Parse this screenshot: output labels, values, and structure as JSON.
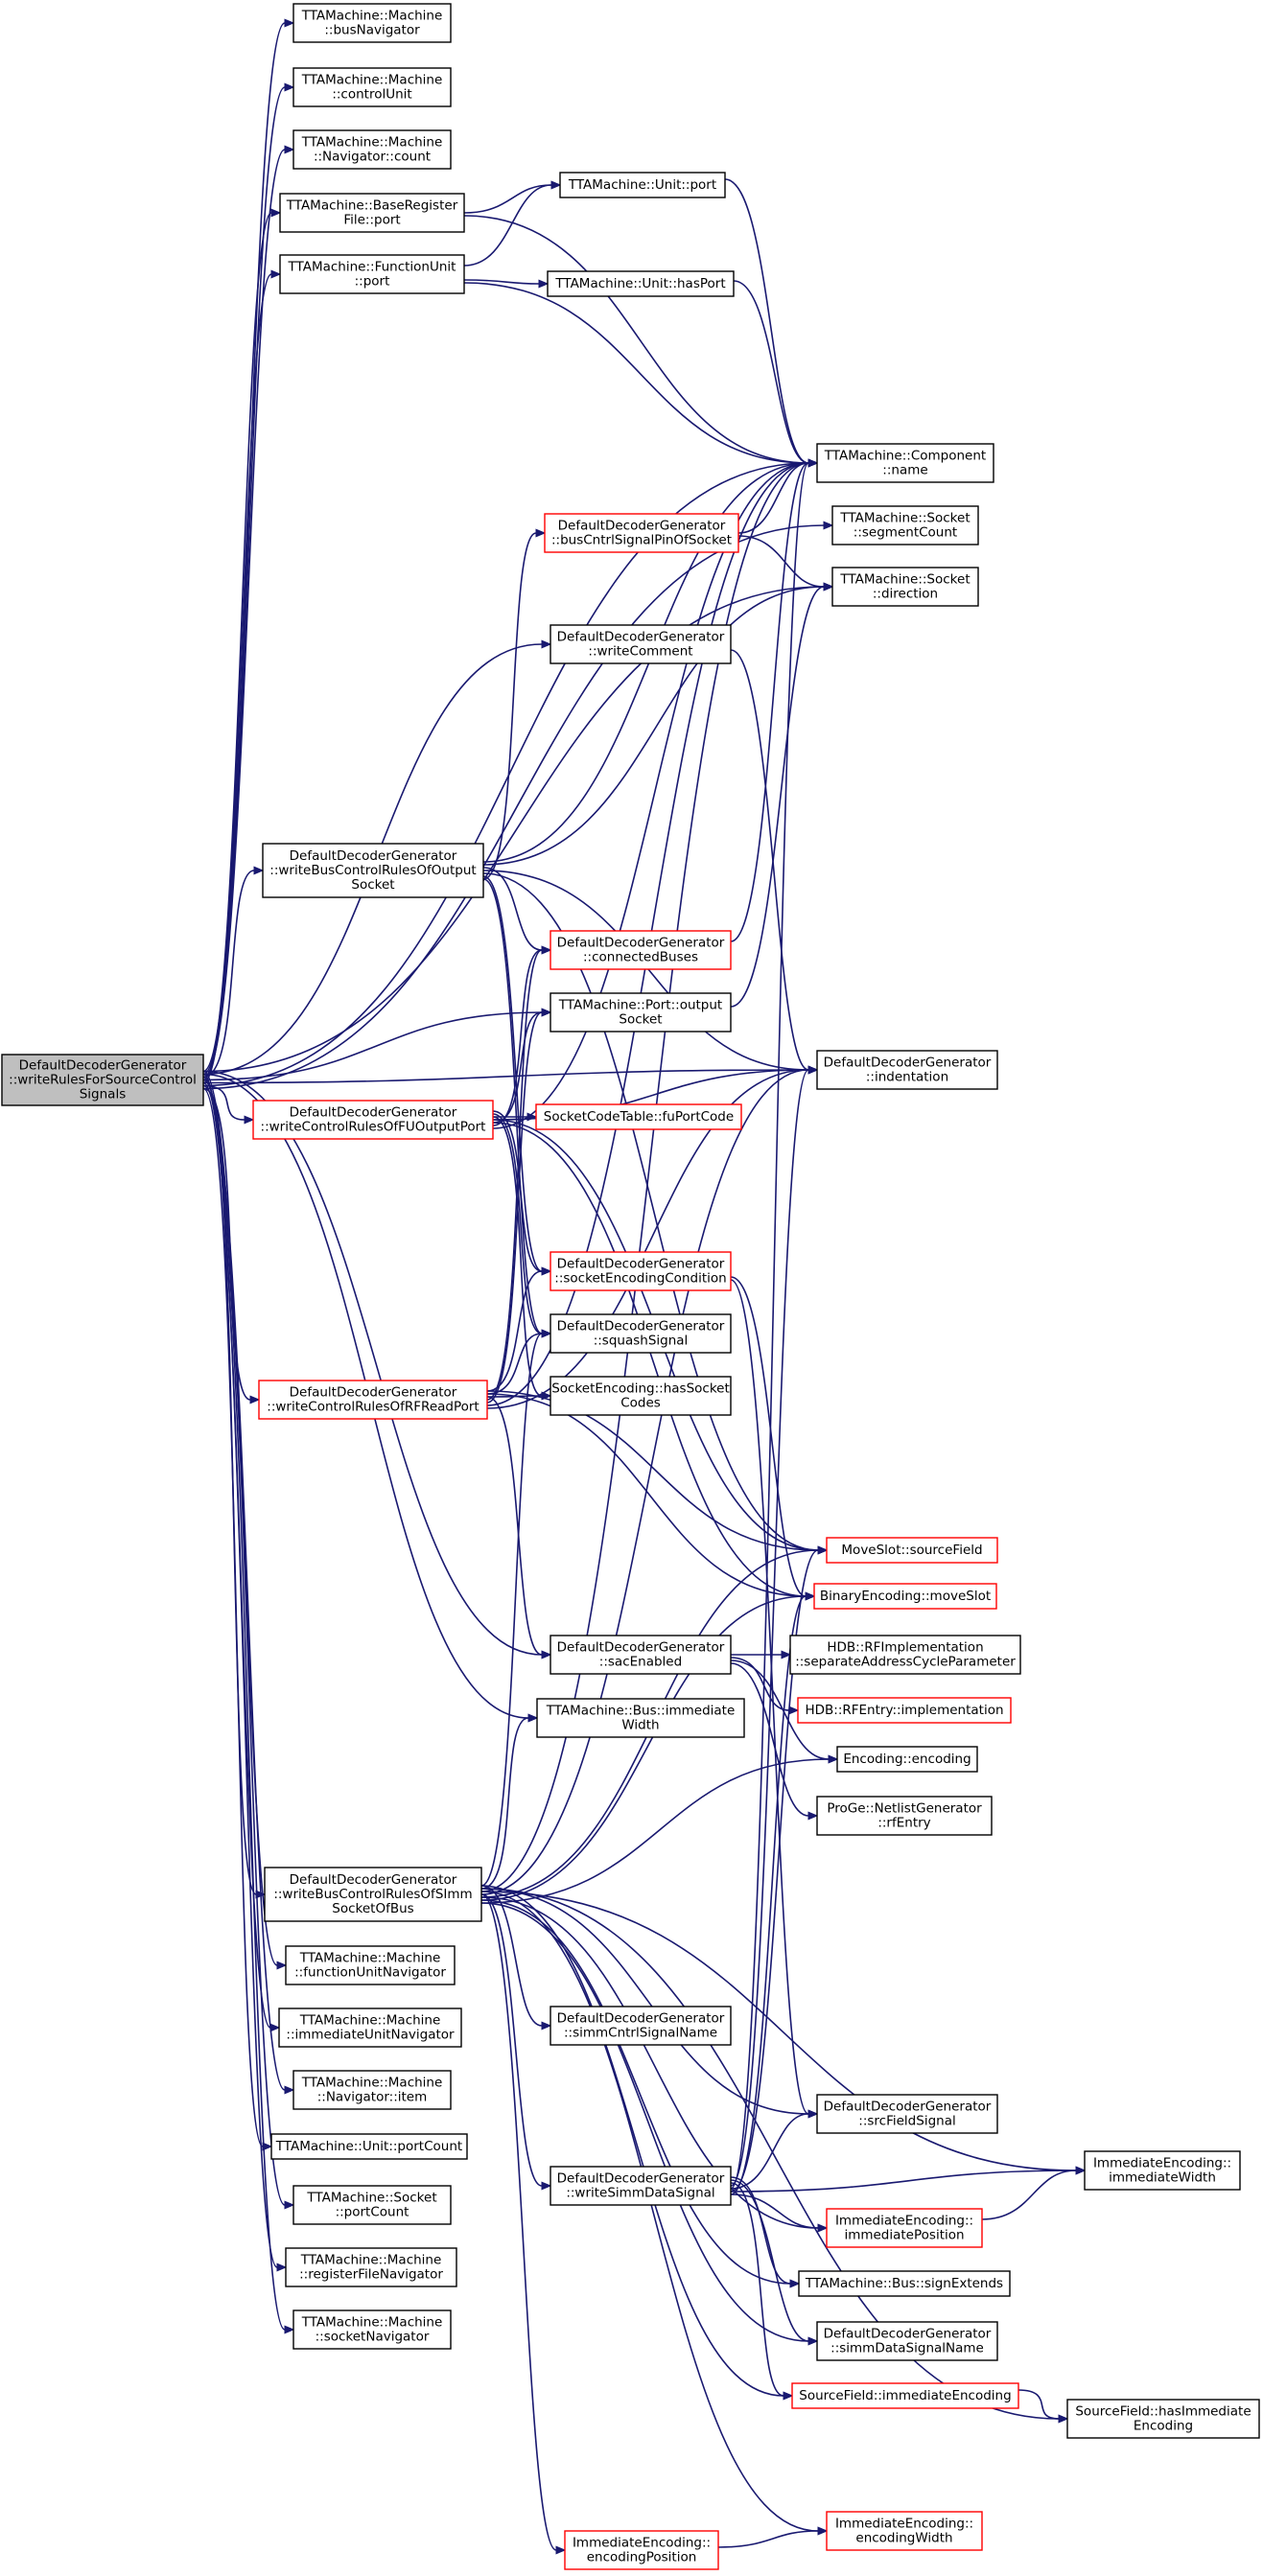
{
  "diagram": {
    "type": "call-graph",
    "colors": {
      "edge": "#191970",
      "border": "#000000",
      "truncated_border": "#ff0000",
      "root_fill": "#bfbfbf"
    },
    "nodes": [
      {
        "id": "root",
        "lines": [
          "DefaultDecoderGenerator",
          "::writeRulesForSourceControl",
          "Signals"
        ],
        "style": "root"
      },
      {
        "id": "busNav",
        "lines": [
          "TTAMachine::Machine",
          "::busNavigator"
        ]
      },
      {
        "id": "ctrlUnit",
        "lines": [
          "TTAMachine::Machine",
          "::controlUnit"
        ]
      },
      {
        "id": "navCount",
        "lines": [
          "TTAMachine::Machine",
          "::Navigator::count"
        ]
      },
      {
        "id": "brfPort",
        "lines": [
          "TTAMachine::BaseRegister",
          "File::port"
        ]
      },
      {
        "id": "fuPort",
        "lines": [
          "TTAMachine::FunctionUnit",
          "::port"
        ]
      },
      {
        "id": "unitPort",
        "lines": [
          "TTAMachine::Unit::port"
        ]
      },
      {
        "id": "unitHasPort",
        "lines": [
          "TTAMachine::Unit::hasPort"
        ]
      },
      {
        "id": "compName",
        "lines": [
          "TTAMachine::Component",
          "::name"
        ]
      },
      {
        "id": "busCntrl",
        "lines": [
          "DefaultDecoderGenerator",
          "::busCntrlSignalPinOfSocket"
        ],
        "style": "red"
      },
      {
        "id": "sockSeg",
        "lines": [
          "TTAMachine::Socket",
          "::segmentCount"
        ]
      },
      {
        "id": "sockDir",
        "lines": [
          "TTAMachine::Socket",
          "::direction"
        ]
      },
      {
        "id": "writeComment",
        "lines": [
          "DefaultDecoderGenerator",
          "::writeComment"
        ]
      },
      {
        "id": "wbcOut",
        "lines": [
          "DefaultDecoderGenerator",
          "::writeBusControlRulesOfOutput",
          "Socket"
        ]
      },
      {
        "id": "connBuses",
        "lines": [
          "DefaultDecoderGenerator",
          "::connectedBuses"
        ],
        "style": "red"
      },
      {
        "id": "portOut",
        "lines": [
          "TTAMachine::Port::output",
          "Socket"
        ]
      },
      {
        "id": "indent",
        "lines": [
          "DefaultDecoderGenerator",
          "::indentation"
        ]
      },
      {
        "id": "wcFU",
        "lines": [
          "DefaultDecoderGenerator",
          "::writeControlRulesOfFUOutputPort"
        ],
        "style": "red"
      },
      {
        "id": "fuPortCode",
        "lines": [
          "SocketCodeTable::fuPortCode"
        ],
        "style": "red"
      },
      {
        "id": "sockEncCond",
        "lines": [
          "DefaultDecoderGenerator",
          "::socketEncodingCondition"
        ],
        "style": "red"
      },
      {
        "id": "squash",
        "lines": [
          "DefaultDecoderGenerator",
          "::squashSignal"
        ]
      },
      {
        "id": "wcRF",
        "lines": [
          "DefaultDecoderGenerator",
          "::writeControlRulesOfRFReadPort"
        ],
        "style": "red"
      },
      {
        "id": "hasSockCodes",
        "lines": [
          "SocketEncoding::hasSocket",
          "Codes"
        ]
      },
      {
        "id": "srcField",
        "lines": [
          "MoveSlot::sourceField"
        ],
        "style": "red"
      },
      {
        "id": "moveSlot",
        "lines": [
          "BinaryEncoding::moveSlot"
        ],
        "style": "red"
      },
      {
        "id": "sacEnabled",
        "lines": [
          "DefaultDecoderGenerator",
          "::sacEnabled"
        ]
      },
      {
        "id": "rfImplSep",
        "lines": [
          "HDB::RFImplementation",
          "::separateAddressCycleParameter"
        ]
      },
      {
        "id": "rfEntryImpl",
        "lines": [
          "HDB::RFEntry::implementation"
        ],
        "style": "red"
      },
      {
        "id": "busImmW",
        "lines": [
          "TTAMachine::Bus::immediate",
          "Width"
        ]
      },
      {
        "id": "encEnc",
        "lines": [
          "Encoding::encoding"
        ]
      },
      {
        "id": "progeRF",
        "lines": [
          "ProGe::NetlistGenerator",
          "::rfEntry"
        ]
      },
      {
        "id": "wbcImm",
        "lines": [
          "DefaultDecoderGenerator",
          "::writeBusControlRulesOfSImm",
          "SocketOfBus"
        ]
      },
      {
        "id": "fuNav",
        "lines": [
          "TTAMachine::Machine",
          "::functionUnitNavigator"
        ]
      },
      {
        "id": "immNav",
        "lines": [
          "TTAMachine::Machine",
          "::immediateUnitNavigator"
        ]
      },
      {
        "id": "navItem",
        "lines": [
          "TTAMachine::Machine",
          "::Navigator::item"
        ]
      },
      {
        "id": "unitPortCount",
        "lines": [
          "TTAMachine::Unit::portCount"
        ]
      },
      {
        "id": "sockPortCount",
        "lines": [
          "TTAMachine::Socket",
          "::portCount"
        ]
      },
      {
        "id": "rfNav",
        "lines": [
          "TTAMachine::Machine",
          "::registerFileNavigator"
        ]
      },
      {
        "id": "sockNav",
        "lines": [
          "TTAMachine::Machine",
          "::socketNavigator"
        ]
      },
      {
        "id": "simmCntrl",
        "lines": [
          "DefaultDecoderGenerator",
          "::simmCntrlSignalName"
        ]
      },
      {
        "id": "srcFieldSig",
        "lines": [
          "DefaultDecoderGenerator",
          "::srcFieldSignal"
        ]
      },
      {
        "id": "immW",
        "lines": [
          "ImmediateEncoding::",
          "immediateWidth"
        ]
      },
      {
        "id": "wsimmData",
        "lines": [
          "DefaultDecoderGenerator",
          "::writeSimmDataSignal"
        ]
      },
      {
        "id": "immPos",
        "lines": [
          "ImmediateEncoding::",
          "immediatePosition"
        ],
        "style": "red"
      },
      {
        "id": "busSignExt",
        "lines": [
          "TTAMachine::Bus::signExtends"
        ]
      },
      {
        "id": "simmDataName",
        "lines": [
          "DefaultDecoderGenerator",
          "::simmDataSignalName"
        ]
      },
      {
        "id": "sfImmEnc",
        "lines": [
          "SourceField::immediateEncoding"
        ],
        "style": "red"
      },
      {
        "id": "sfHasImm",
        "lines": [
          "SourceField::hasImmediate",
          "Encoding"
        ]
      },
      {
        "id": "encW",
        "lines": [
          "ImmediateEncoding::",
          "encodingWidth"
        ],
        "style": "red"
      },
      {
        "id": "encPos",
        "lines": [
          "ImmediateEncoding::",
          "encodingPosition"
        ],
        "style": "red"
      }
    ],
    "edges": [
      [
        "root",
        "busNav"
      ],
      [
        "root",
        "ctrlUnit"
      ],
      [
        "root",
        "navCount"
      ],
      [
        "root",
        "brfPort"
      ],
      [
        "root",
        "fuPort"
      ],
      [
        "root",
        "compName"
      ],
      [
        "root",
        "sockSeg"
      ],
      [
        "root",
        "sockDir"
      ],
      [
        "root",
        "writeComment"
      ],
      [
        "root",
        "wbcOut"
      ],
      [
        "root",
        "portOut"
      ],
      [
        "root",
        "indent"
      ],
      [
        "root",
        "wcFU"
      ],
      [
        "root",
        "wcRF"
      ],
      [
        "root",
        "sacEnabled"
      ],
      [
        "root",
        "busImmW"
      ],
      [
        "root",
        "wbcImm"
      ],
      [
        "root",
        "fuNav"
      ],
      [
        "root",
        "immNav"
      ],
      [
        "root",
        "navItem"
      ],
      [
        "root",
        "unitPortCount"
      ],
      [
        "root",
        "sockPortCount"
      ],
      [
        "root",
        "rfNav"
      ],
      [
        "root",
        "sockNav"
      ],
      [
        "brfPort",
        "unitPort"
      ],
      [
        "brfPort",
        "compName"
      ],
      [
        "fuPort",
        "unitHasPort"
      ],
      [
        "fuPort",
        "compName"
      ],
      [
        "fuPort",
        "unitPort"
      ],
      [
        "unitPort",
        "compName"
      ],
      [
        "unitHasPort",
        "compName"
      ],
      [
        "busCntrl",
        "compName"
      ],
      [
        "busCntrl",
        "sockDir"
      ],
      [
        "writeComment",
        "indent"
      ],
      [
        "wbcOut",
        "busCntrl"
      ],
      [
        "wbcOut",
        "compName"
      ],
      [
        "wbcOut",
        "sockDir"
      ],
      [
        "wbcOut",
        "connBuses"
      ],
      [
        "wbcOut",
        "indent"
      ],
      [
        "wbcOut",
        "srcField"
      ],
      [
        "wbcOut",
        "sockEncCond"
      ],
      [
        "wbcOut",
        "squash"
      ],
      [
        "connBuses",
        "compName"
      ],
      [
        "portOut",
        "sockDir"
      ],
      [
        "wcFU",
        "fuPortCode"
      ],
      [
        "wcFU",
        "indent"
      ],
      [
        "wcFU",
        "portOut"
      ],
      [
        "wcFU",
        "connBuses"
      ],
      [
        "wcFU",
        "compName"
      ],
      [
        "wcFU",
        "sockEncCond"
      ],
      [
        "wcFU",
        "squash"
      ],
      [
        "wcFU",
        "hasSockCodes"
      ],
      [
        "wcFU",
        "srcField"
      ],
      [
        "wcFU",
        "moveSlot"
      ],
      [
        "sockEncCond",
        "moveSlot"
      ],
      [
        "sockEncCond",
        "srcFieldSig"
      ],
      [
        "wcRF",
        "sockEncCond"
      ],
      [
        "wcRF",
        "squash"
      ],
      [
        "wcRF",
        "hasSockCodes"
      ],
      [
        "wcRF",
        "connBuses"
      ],
      [
        "wcRF",
        "portOut"
      ],
      [
        "wcRF",
        "compName"
      ],
      [
        "wcRF",
        "indent"
      ],
      [
        "wcRF",
        "srcField"
      ],
      [
        "wcRF",
        "moveSlot"
      ],
      [
        "wcRF",
        "sacEnabled"
      ],
      [
        "sacEnabled",
        "rfImplSep"
      ],
      [
        "sacEnabled",
        "rfEntryImpl"
      ],
      [
        "sacEnabled",
        "encEnc"
      ],
      [
        "sacEnabled",
        "progeRF"
      ],
      [
        "wbcImm",
        "squash"
      ],
      [
        "wbcImm",
        "busImmW"
      ],
      [
        "wbcImm",
        "compName"
      ],
      [
        "wbcImm",
        "indent"
      ],
      [
        "wbcImm",
        "srcField"
      ],
      [
        "wbcImm",
        "moveSlot"
      ],
      [
        "wbcImm",
        "encEnc"
      ],
      [
        "wbcImm",
        "simmCntrl"
      ],
      [
        "wbcImm",
        "srcFieldSig"
      ],
      [
        "wbcImm",
        "immW"
      ],
      [
        "wbcImm",
        "wsimmData"
      ],
      [
        "wbcImm",
        "immPos"
      ],
      [
        "wbcImm",
        "busSignExt"
      ],
      [
        "wbcImm",
        "simmDataName"
      ],
      [
        "wbcImm",
        "sfImmEnc"
      ],
      [
        "wbcImm",
        "sfHasImm"
      ],
      [
        "wbcImm",
        "encW"
      ],
      [
        "wbcImm",
        "encPos"
      ],
      [
        "wsimmData",
        "srcFieldSig"
      ],
      [
        "wsimmData",
        "immW"
      ],
      [
        "wsimmData",
        "immPos"
      ],
      [
        "wsimmData",
        "busSignExt"
      ],
      [
        "wsimmData",
        "simmDataName"
      ],
      [
        "wsimmData",
        "sfImmEnc"
      ],
      [
        "wsimmData",
        "indent"
      ],
      [
        "wsimmData",
        "compName"
      ],
      [
        "wsimmData",
        "srcField"
      ],
      [
        "wsimmData",
        "moveSlot"
      ],
      [
        "immPos",
        "immW"
      ],
      [
        "sfImmEnc",
        "sfHasImm"
      ],
      [
        "encPos",
        "encW"
      ]
    ]
  }
}
